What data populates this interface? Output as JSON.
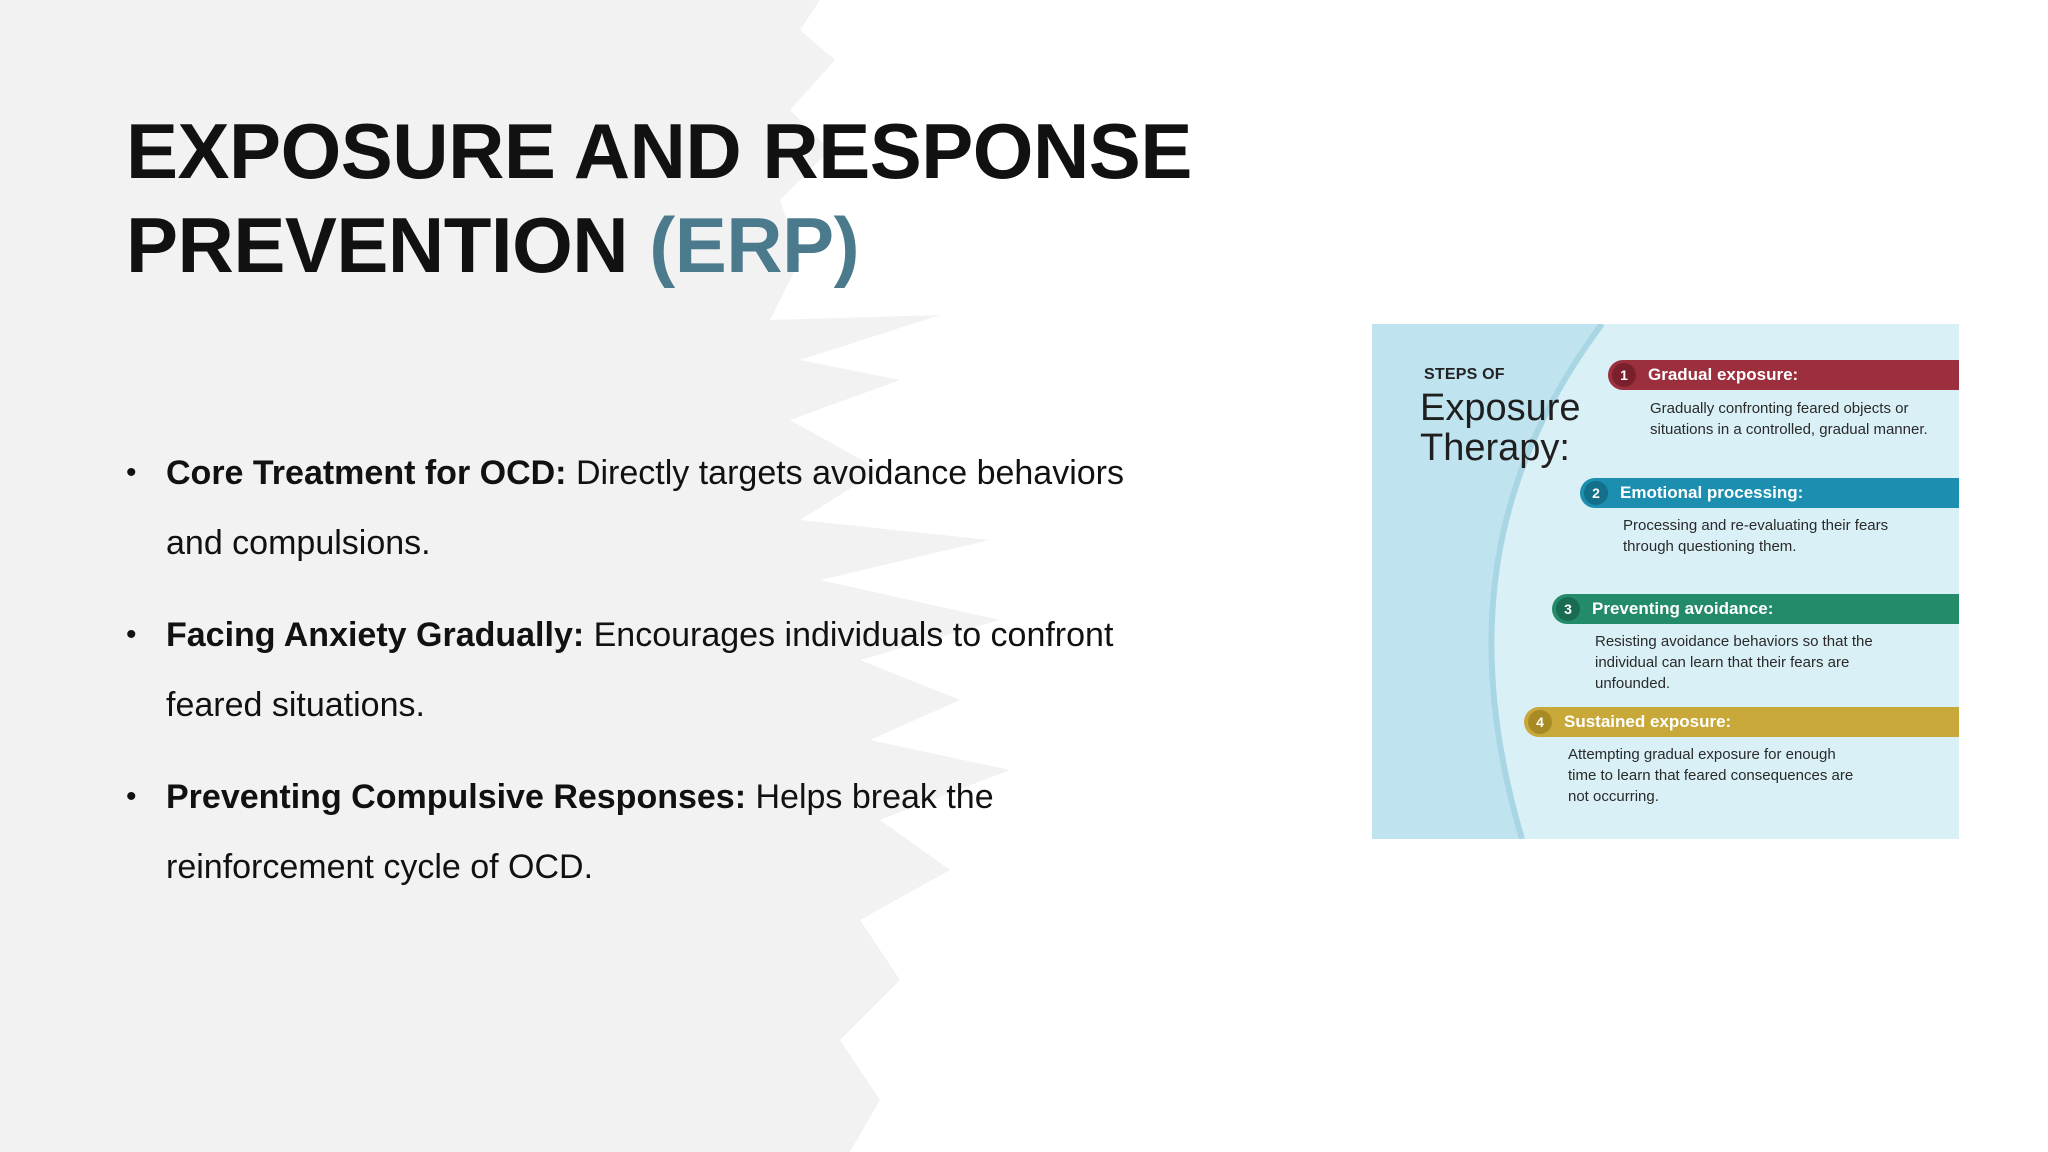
{
  "slide": {
    "title_line1": "EXPOSURE AND RESPONSE",
    "title_line2": "PREVENTION ",
    "title_accent": "(ERP)",
    "bullet_marker": "•",
    "bullets": [
      {
        "bold": "Core Treatment for OCD:",
        "text": " Directly targets avoidance behaviors and compulsions."
      },
      {
        "bold": "Facing Anxiety Gradually:",
        "text": " Encourages individuals to confront feared situations."
      },
      {
        "bold": "Preventing Compulsive Responses:",
        "text": " Helps break the reinforcement cycle of OCD."
      }
    ]
  },
  "infographic": {
    "kicker": "STEPS OF",
    "headline": "Exposure Therapy:",
    "steps": [
      {
        "num": "1",
        "title": "Gradual exposure:",
        "desc": "Gradually confronting feared objects or situations in a controlled, gradual manner.",
        "color": "#9c2f3e",
        "num_color": "#7a1f2c"
      },
      {
        "num": "2",
        "title": "Emotional processing:",
        "desc": "Processing and re-evaluating their fears through questioning them.",
        "color": "#1c8fb0",
        "num_color": "#136f8a"
      },
      {
        "num": "3",
        "title": "Preventing avoidance:",
        "desc": "Resisting avoidance behaviors so that the individual can learn that their fears are unfounded.",
        "color": "#238a6a",
        "num_color": "#196b52"
      },
      {
        "num": "4",
        "title": "Sustained exposure:",
        "desc": "Attempting gradual exposure for enough time to learn that feared consequences are not occurring.",
        "color": "#c9a83a",
        "num_color": "#a88a24"
      }
    ]
  },
  "colors": {
    "accent": "#4a7a8c",
    "brush": "#f2f2f2",
    "info_bg": "#bfe4ef"
  }
}
